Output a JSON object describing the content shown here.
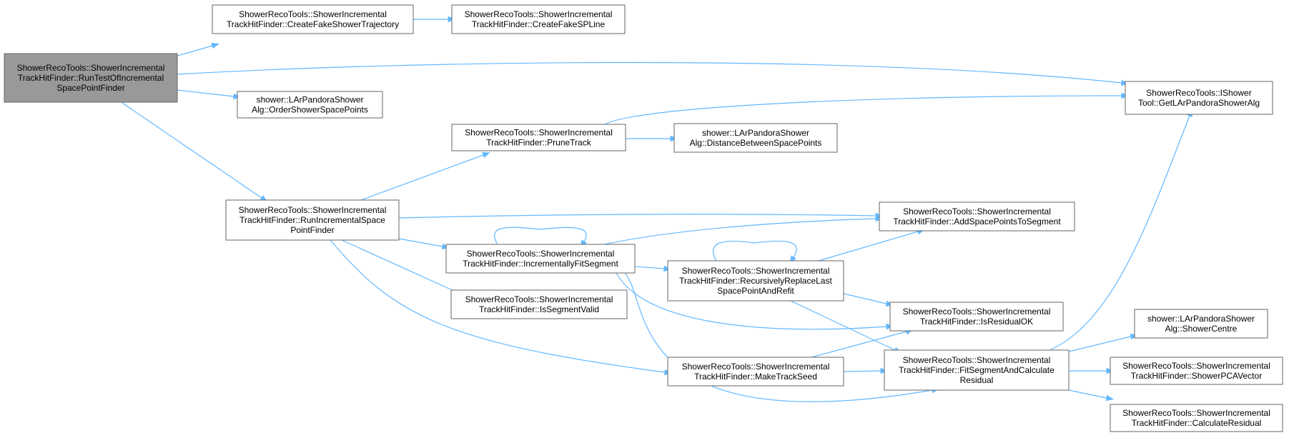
{
  "diagram": {
    "edge_color": "#63b8ff",
    "node_border": "#666666",
    "root_fill": "#999999",
    "nodes": [
      {
        "id": "runTest",
        "lines": [
          "ShowerRecoTools::ShowerIncremental",
          "TrackHitFinder::RunTestOfIncremental",
          "SpacePointFinder"
        ],
        "root": true
      },
      {
        "id": "createFakeTraj",
        "lines": [
          "ShowerRecoTools::ShowerIncremental",
          "TrackHitFinder::CreateFakeShowerTrajectory"
        ]
      },
      {
        "id": "createFakeSPLine",
        "lines": [
          "ShowerRecoTools::ShowerIncremental",
          "TrackHitFinder::CreateFakeSPLine"
        ]
      },
      {
        "id": "getLAr",
        "lines": [
          "ShowerRecoTools::IShower",
          "Tool::GetLArPandoraShowerAlg"
        ]
      },
      {
        "id": "orderSP",
        "lines": [
          "shower::LArPandoraShower",
          "Alg::OrderShowerSpacePoints"
        ]
      },
      {
        "id": "pruneTrack",
        "lines": [
          "ShowerRecoTools::ShowerIncremental",
          "TrackHitFinder::PruneTrack"
        ]
      },
      {
        "id": "distSP",
        "lines": [
          "shower::LArPandoraShower",
          "Alg::DistanceBetweenSpacePoints"
        ]
      },
      {
        "id": "runIncr",
        "lines": [
          "ShowerRecoTools::ShowerIncremental",
          "TrackHitFinder::RunIncrementalSpace",
          "PointFinder"
        ]
      },
      {
        "id": "addSP",
        "lines": [
          "ShowerRecoTools::ShowerIncremental",
          "TrackHitFinder::AddSpacePointsToSegment"
        ]
      },
      {
        "id": "incrFit",
        "lines": [
          "ShowerRecoTools::ShowerIncremental",
          "TrackHitFinder::IncrementallyFitSegment"
        ]
      },
      {
        "id": "recReplace",
        "lines": [
          "ShowerRecoTools::ShowerIncremental",
          "TrackHitFinder::RecursivelyReplaceLast",
          "SpacePointAndRefit"
        ]
      },
      {
        "id": "isSegValid",
        "lines": [
          "ShowerRecoTools::ShowerIncremental",
          "TrackHitFinder::IsSegmentValid"
        ]
      },
      {
        "id": "isResOK",
        "lines": [
          "ShowerRecoTools::ShowerIncremental",
          "TrackHitFinder::IsResidualOK"
        ]
      },
      {
        "id": "showerCentre",
        "lines": [
          "shower::LArPandoraShower",
          "Alg::ShowerCentre"
        ]
      },
      {
        "id": "makeSeed",
        "lines": [
          "ShowerRecoTools::ShowerIncremental",
          "TrackHitFinder::MakeTrackSeed"
        ]
      },
      {
        "id": "fitSeg",
        "lines": [
          "ShowerRecoTools::ShowerIncremental",
          "TrackHitFinder::FitSegmentAndCalculate",
          "Residual"
        ]
      },
      {
        "id": "pcaVec",
        "lines": [
          "ShowerRecoTools::ShowerIncremental",
          "TrackHitFinder::ShowerPCAVector"
        ]
      },
      {
        "id": "calcRes",
        "lines": [
          "ShowerRecoTools::ShowerIncremental",
          "TrackHitFinder::CalculateResidual"
        ]
      }
    ],
    "edges": [
      {
        "from": "runTest",
        "to": "createFakeTraj"
      },
      {
        "from": "createFakeTraj",
        "to": "createFakeSPLine"
      },
      {
        "from": "runTest",
        "to": "getLAr"
      },
      {
        "from": "runTest",
        "to": "orderSP"
      },
      {
        "from": "runTest",
        "to": "runIncr"
      },
      {
        "from": "pruneTrack",
        "to": "getLAr"
      },
      {
        "from": "pruneTrack",
        "to": "distSP"
      },
      {
        "from": "runIncr",
        "to": "pruneTrack"
      },
      {
        "from": "runIncr",
        "to": "addSP"
      },
      {
        "from": "runIncr",
        "to": "incrFit"
      },
      {
        "from": "runIncr",
        "to": "isSegValid"
      },
      {
        "from": "runIncr",
        "to": "makeSeed"
      },
      {
        "from": "incrFit",
        "to": "incrFit"
      },
      {
        "from": "incrFit",
        "to": "addSP"
      },
      {
        "from": "incrFit",
        "to": "recReplace"
      },
      {
        "from": "incrFit",
        "to": "isResOK"
      },
      {
        "from": "incrFit",
        "to": "fitSeg"
      },
      {
        "from": "recReplace",
        "to": "recReplace"
      },
      {
        "from": "recReplace",
        "to": "addSP"
      },
      {
        "from": "recReplace",
        "to": "isResOK"
      },
      {
        "from": "recReplace",
        "to": "fitSeg"
      },
      {
        "from": "makeSeed",
        "to": "isResOK"
      },
      {
        "from": "makeSeed",
        "to": "fitSeg"
      },
      {
        "from": "fitSeg",
        "to": "getLAr"
      },
      {
        "from": "fitSeg",
        "to": "showerCentre"
      },
      {
        "from": "fitSeg",
        "to": "pcaVec"
      },
      {
        "from": "fitSeg",
        "to": "calcRes"
      }
    ]
  }
}
